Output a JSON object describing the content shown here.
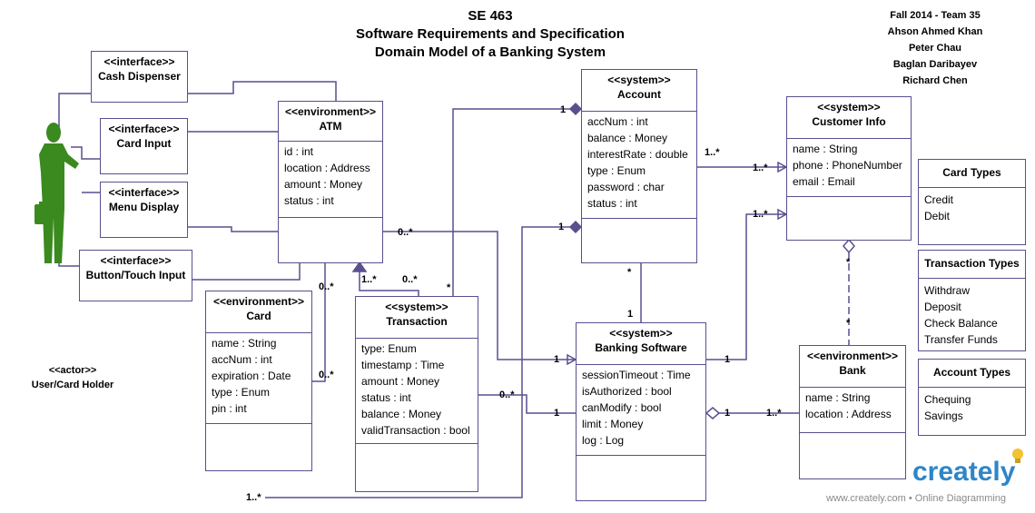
{
  "title": {
    "line1": "SE 463",
    "line2": "Software Requirements and Specification",
    "line3": "Domain Model of a Banking System"
  },
  "team": {
    "line1": "Fall 2014 - Team 35",
    "members": [
      "Ahson Ahmed Khan",
      "Peter Chau",
      "Baglan Daribayev",
      "Richard Chen"
    ]
  },
  "actor": {
    "stereotype": "<<actor>>",
    "name": "User/Card Holder"
  },
  "boxes": {
    "cash_dispenser": {
      "stereotype": "<<interface>>",
      "name": "Cash Dispenser"
    },
    "card_input": {
      "stereotype": "<<interface>>",
      "name": "Card Input"
    },
    "menu_display": {
      "stereotype": "<<interface>>",
      "name": "Menu Display"
    },
    "button_input": {
      "stereotype": "<<interface>>",
      "name": "Button/Touch Input"
    },
    "atm": {
      "stereotype": "<<environment>>",
      "name": "ATM",
      "attrs": [
        "id : int",
        "location : Address",
        "amount : Money",
        "status : int"
      ]
    },
    "card": {
      "stereotype": "<<environment>>",
      "name": "Card",
      "attrs": [
        "name : String",
        "accNum : int",
        "expiration : Date",
        "type : Enum",
        "pin : int"
      ]
    },
    "transaction": {
      "stereotype": "<<system>>",
      "name": "Transaction",
      "attrs": [
        "type: Enum",
        "timestamp : Time",
        "amount : Money",
        "status : int",
        "balance : Money",
        "validTransaction : bool"
      ]
    },
    "account": {
      "stereotype": "<<system>>",
      "name": "Account",
      "attrs": [
        "accNum : int",
        "balance : Money",
        "interestRate : double",
        "type : Enum",
        "password : char",
        "status : int"
      ]
    },
    "banking_software": {
      "stereotype": "<<system>>",
      "name": "Banking Software",
      "attrs": [
        "sessionTimeout : Time",
        "isAuthorized : bool",
        "canModify : bool",
        "limit : Money",
        "log : Log"
      ]
    },
    "customer_info": {
      "stereotype": "<<system>>",
      "name": "Customer Info",
      "attrs": [
        "name : String",
        "phone : PhoneNumber",
        "email : Email"
      ]
    },
    "bank": {
      "stereotype": "<<environment>>",
      "name": "Bank",
      "attrs": [
        "name : String",
        "location : Address"
      ]
    },
    "card_types": {
      "name": "Card Types",
      "attrs": [
        "Credit",
        "Debit"
      ]
    },
    "transaction_types": {
      "name": "Transaction Types",
      "attrs": [
        "Withdraw",
        "Deposit",
        "Check Balance",
        "Transfer Funds"
      ]
    },
    "account_types": {
      "name": "Account Types",
      "attrs": [
        "Chequing",
        "Savings"
      ]
    }
  },
  "multiplicities": {
    "acc_top_1": "1",
    "acc_mid_1": "1",
    "acc_cust_1star": "1..*",
    "cust_left_1star": "1..*",
    "acc_bottom_star": "*",
    "bs_top_1": "1",
    "atm_bs_0star": "0..*",
    "bs_left_1": "1",
    "atm_trans_1star": "1..*",
    "trans_0star_top": "0..*",
    "trans_top_star": "*",
    "atm_card_0star": "0..*",
    "card_0star": "0..*",
    "trans_bs_0star": "0..*",
    "bs_trans_1": "1",
    "card_bottom_1star": "1..*",
    "bs_right_1": "1",
    "bs_bank_1": "1",
    "bank_1star": "1..*",
    "cust_bank_star1": "*",
    "cust_bank_star2": "*"
  },
  "branding": {
    "logo": "creately",
    "footer": "www.creately.com • Online Diagramming"
  },
  "colors": {
    "border": "#5a4f8f",
    "line": "#5a4f8f",
    "actor": "#3a8a1f",
    "logo": "#2e86c8"
  }
}
